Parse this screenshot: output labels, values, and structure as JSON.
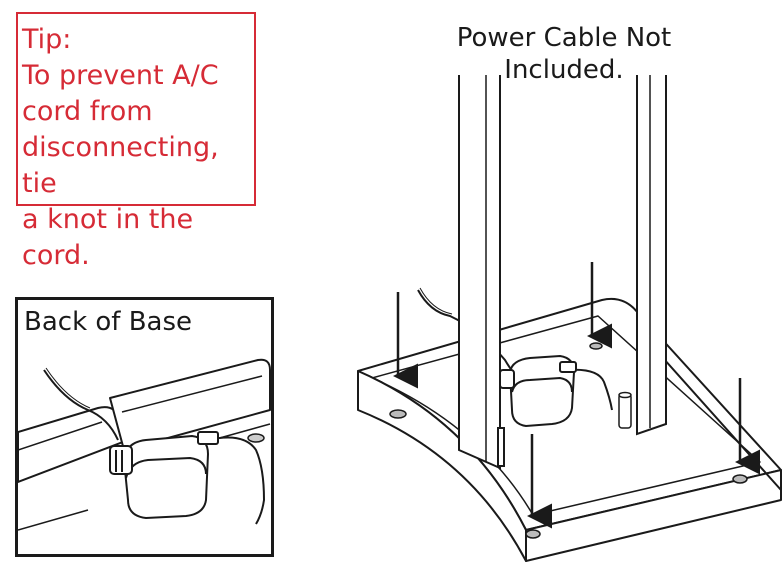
{
  "tip": {
    "text": "Tip:\nTo prevent A/C\ncord from\ndisconnecting, tie\na knot in the cord.",
    "color": "#d62b36"
  },
  "inset": {
    "title": "Back of Base"
  },
  "main": {
    "cable_note": "Power Cable Not\nIncluded."
  },
  "colors": {
    "line": "#1a1a1a",
    "fill": "#ffffff",
    "shade": "#d9d9d9"
  }
}
